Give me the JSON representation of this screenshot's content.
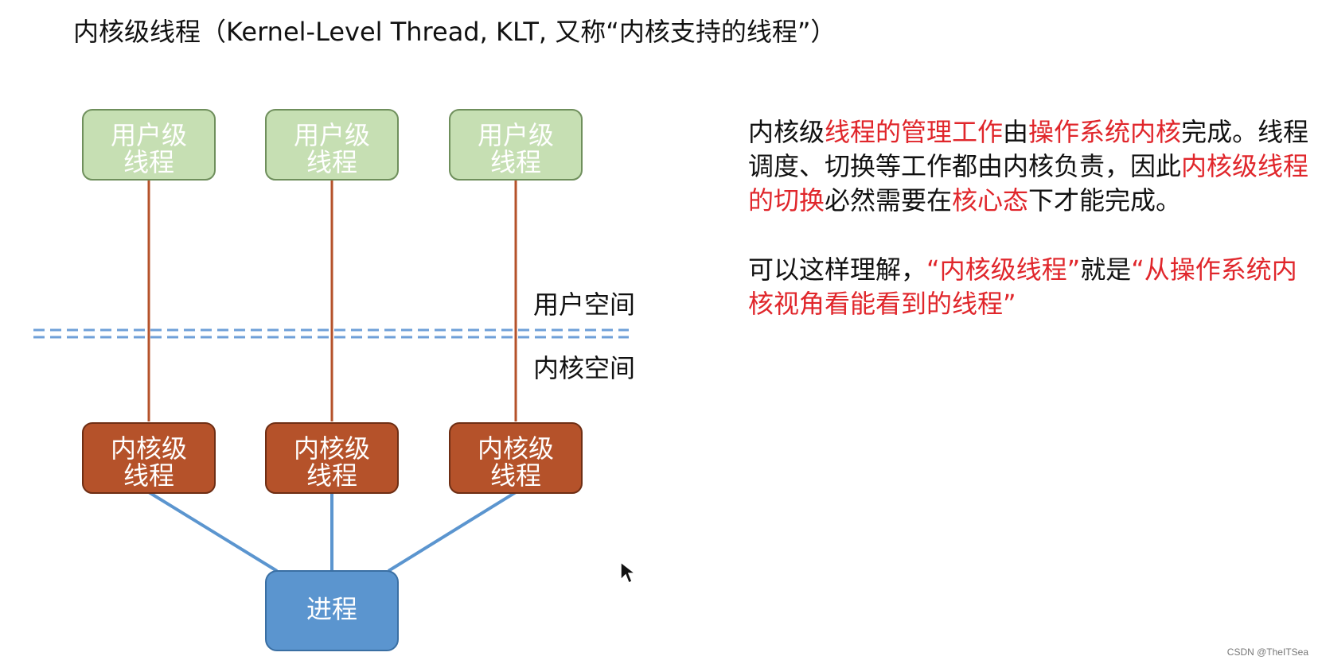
{
  "title": "内核级线程（Kernel-Level Thread, KLT, 又称“内核支持的线程”）",
  "diagram": {
    "user_threads": [
      {
        "line1": "用户级",
        "line2": "线程"
      },
      {
        "line1": "用户级",
        "line2": "线程"
      },
      {
        "line1": "用户级",
        "line2": "线程"
      }
    ],
    "kernel_threads": [
      {
        "line1": "内核级",
        "line2": "线程"
      },
      {
        "line1": "内核级",
        "line2": "线程"
      },
      {
        "line1": "内核级",
        "line2": "线程"
      }
    ],
    "process": "进程",
    "user_space_label": "用户空间",
    "kernel_space_label": "内核空间",
    "colors": {
      "user_thread_fill": "#c6dfb3",
      "user_thread_stroke": "#6f8f5c",
      "user_thread_text": "#ffffff",
      "kernel_thread_fill": "#b5522a",
      "kernel_thread_stroke": "#6e2e14",
      "process_fill": "#5b95cf",
      "process_stroke": "#3a6fa3",
      "user_link": "#b5522a",
      "process_link": "#5b95cf",
      "divider": "#6fa0d8"
    }
  },
  "explanation": {
    "p1": {
      "s1": "内核级",
      "h1": "线程的管理工作",
      "s2": "由",
      "h2": "操作系统内核",
      "s3": "完成。线程调度、切换等工作都由内核负责，因此",
      "h3": "内核级线程的切换",
      "s4": "必然需要在",
      "h4": "核心态",
      "s5": "下才能完成。"
    },
    "p2": {
      "s1": "可以这样理解，",
      "h1": "“内核级线程”",
      "s2": "就是",
      "h2": "“从操作系统内核视角看能看到的线程”"
    },
    "highlight_color": "#e0262b"
  },
  "watermark": "CSDN @TheITSea"
}
